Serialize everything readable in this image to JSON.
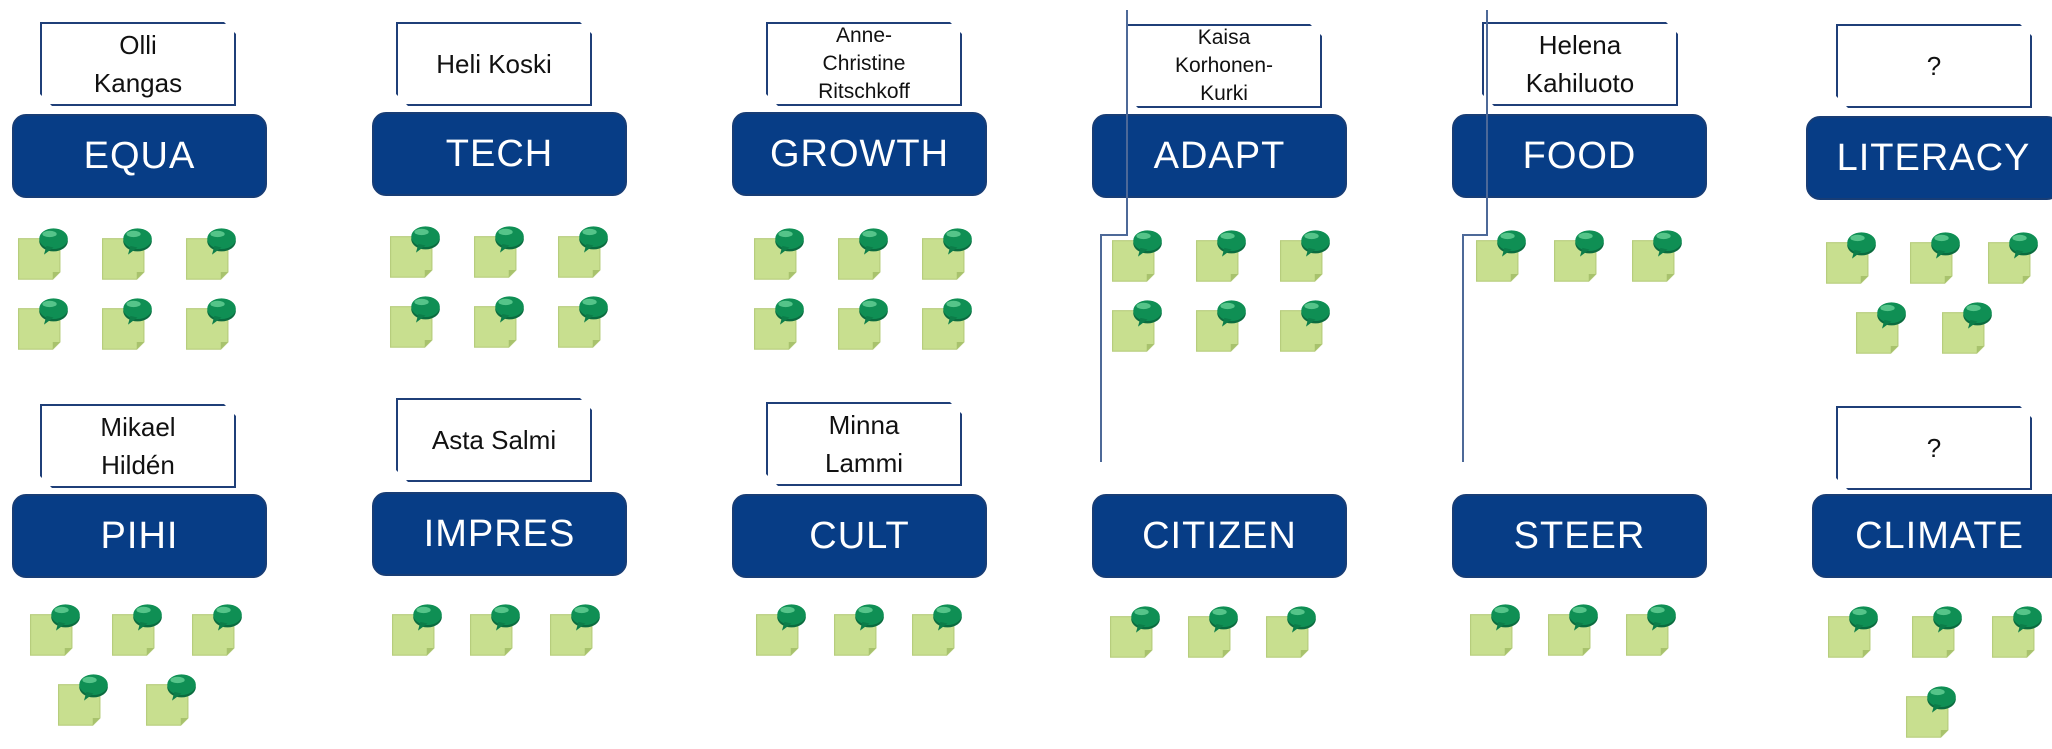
{
  "workstreams": [
    {
      "label": "EQUA",
      "lead": "Olli\nKangas",
      "notes": 6
    },
    {
      "label": "TECH",
      "lead": "Heli Koski",
      "notes": 6
    },
    {
      "label": "GROWTH",
      "lead": "Anne-\nChristine\nRitschkoff",
      "notes": 6
    },
    {
      "label": "ADAPT",
      "lead": "Kaisa\nKorhonen-\nKurki",
      "notes": 6
    },
    {
      "label": "FOOD",
      "lead": "Helena\nKahiluoto",
      "notes": 3
    },
    {
      "label": "LITERACY",
      "lead": "?",
      "notes": 5
    },
    {
      "label": "PIHI",
      "lead": "Mikael\nHildén",
      "notes": 5
    },
    {
      "label": "IMPRES",
      "lead": "Asta Salmi",
      "notes": 3
    },
    {
      "label": "CULT",
      "lead": "Minna\nLammi",
      "notes": 3
    },
    {
      "label": "CITIZEN",
      "lead": "",
      "notes": 3
    },
    {
      "label": "STEER",
      "lead": "",
      "notes": 3
    },
    {
      "label": "CLIMATE",
      "lead": "?",
      "notes": 4
    }
  ],
  "colors": {
    "box": "#073d86",
    "note": "#c8df8f",
    "bubble": "#0f8f54"
  }
}
